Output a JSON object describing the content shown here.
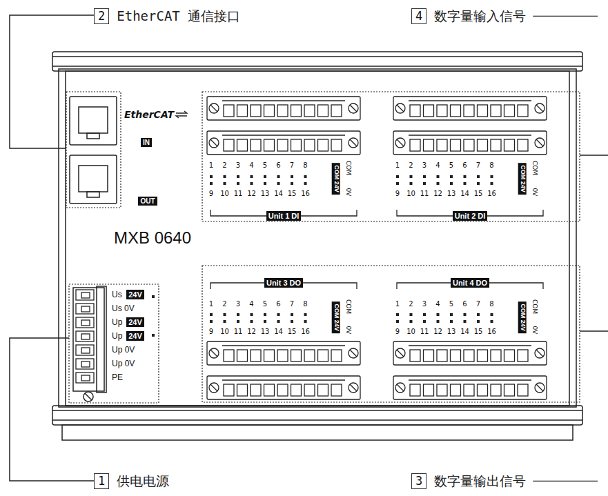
{
  "diagram": {
    "nodes": [
      {
        "text": [
          "2",
          "EtherCAT 通信接口"
        ]
      },
      {
        "text": [
          "4",
          "数字量输入信号"
        ]
      },
      {
        "text": [
          "IN"
        ]
      },
      {
        "text": [
          "OUT"
        ]
      },
      {
        "text": [
          "Unit 1 DI"
        ]
      },
      {
        "text": [
          "COM 24V"
        ]
      },
      {
        "text": [
          "Unit 2 DI"
        ]
      },
      {
        "text": [
          "COM 24V"
        ]
      },
      {
        "text": [
          "Unit 3 DO"
        ]
      },
      {
        "text": [
          "COM 24V"
        ]
      },
      {
        "text": [
          "Unit 4 DO"
        ]
      },
      {
        "text": [
          "COM 24V"
        ]
      },
      {
        "text": [
          "24V"
        ]
      },
      {
        "text": [
          "24V"
        ]
      },
      {
        "text": [
          "24V"
        ]
      },
      {
        "text": [
          "1",
          "供电电源"
        ]
      },
      {
        "text": [
          "3",
          "数字量输出信号"
        ]
      }
    ],
    "labels": [
      "EtherCAT",
      "MXB 0640",
      "1",
      "2",
      "3",
      "4",
      "5",
      "6",
      "7",
      "8",
      "9",
      "10",
      "11",
      "12",
      "13",
      "14",
      "15",
      "16",
      "COM",
      "0V",
      "1",
      "2",
      "3",
      "4",
      "5",
      "6",
      "7",
      "8",
      "9",
      "10",
      "11",
      "12",
      "13",
      "14",
      "15",
      "16",
      "COM",
      "0V",
      "1",
      "2",
      "3",
      "4",
      "5",
      "6",
      "7",
      "8",
      "9",
      "10",
      "11",
      "12",
      "13",
      "14",
      "15",
      "16",
      "COM",
      "0V",
      "1",
      "2",
      "3",
      "4",
      "5",
      "6",
      "7",
      "8",
      "9",
      "10",
      "11",
      "12",
      "13",
      "14",
      "15",
      "16",
      "COM",
      "0V",
      "Us",
      "Us 0V",
      "Up",
      "Up",
      "Up 0V",
      "Up 0V",
      "PE"
    ]
  }
}
